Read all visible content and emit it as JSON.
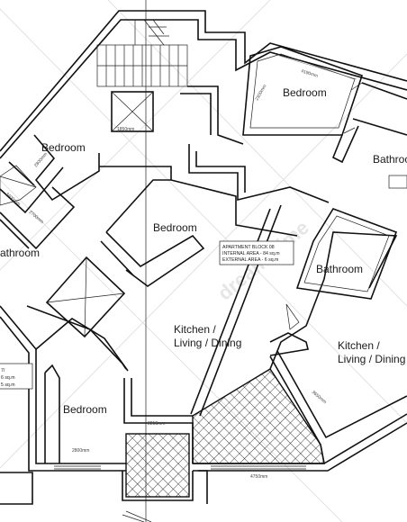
{
  "rooms": {
    "bedroom_top_right": "Bedroom",
    "bedroom_left": "Bedroom",
    "bedroom_center": "Bedroom",
    "bedroom_bottom": "Bedroom",
    "bathroom_top_right": "Bathroo",
    "bathroom_left": "athroom",
    "bathroom_center": "Bathroom",
    "kitchen_center_line1": "Kitchen /",
    "kitchen_center_line2": "Living / Dining",
    "kitchen_right_line1": "Kitchen /",
    "kitchen_right_line2": "Living / Dining"
  },
  "info_box": {
    "line1": "APARTMENT BLOCK 08",
    "line2": "INTERNAL AREA - 84 sq.m",
    "line3": "EXTERNAL AREA - 6 sq.m"
  },
  "info_box_left": {
    "line1": "7/",
    "line2": "6 sq.m",
    "line3": "5 sq.m"
  },
  "dimensions": {
    "d1": "4190mm",
    "d2": "2300mm",
    "d3": "2800mm",
    "d4": "2218mm",
    "d5": "4750mm",
    "d6": "2800mm",
    "d7": "3400mm",
    "d8": "2700mm",
    "d9": "1850mm",
    "d10": "3650mm"
  },
  "watermark": "dreamstime"
}
